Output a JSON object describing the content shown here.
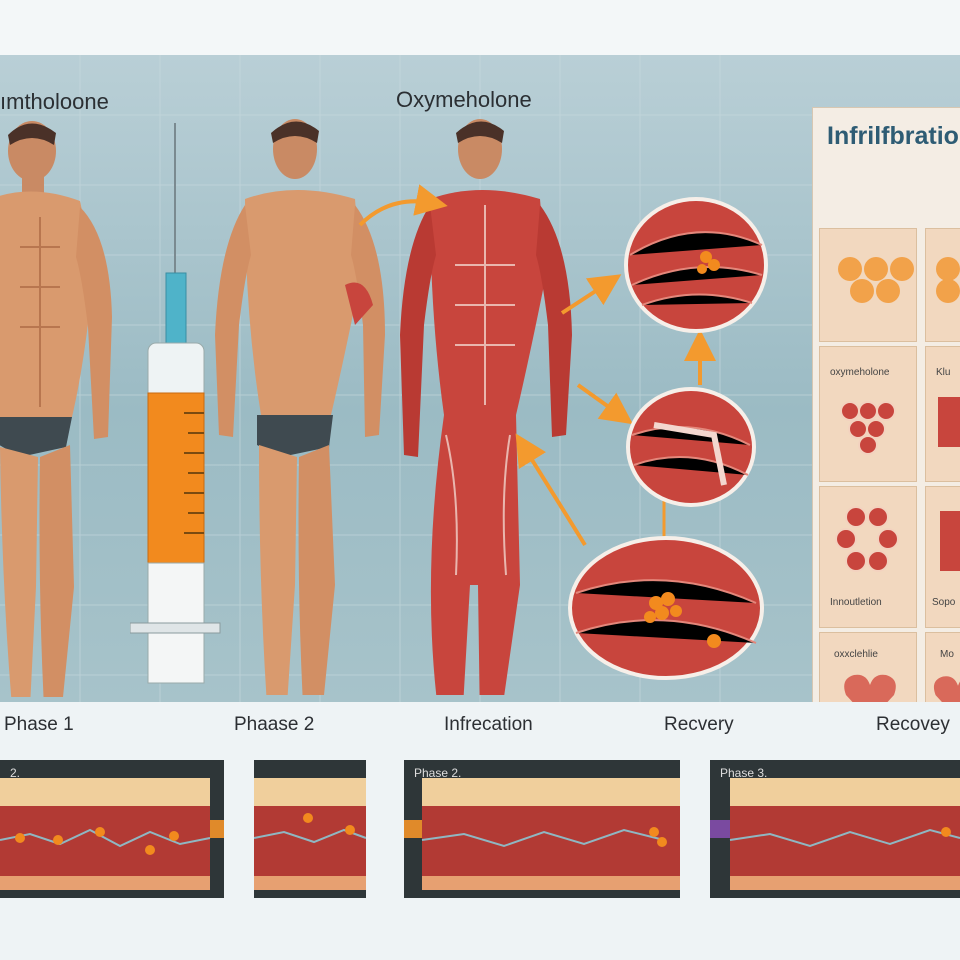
{
  "header": {
    "title_left": "ımtholoone",
    "title_center": "Oxymeholone"
  },
  "info_panel": {
    "title": "Infrilfbratio",
    "cards": [
      {
        "label": ""
      },
      {
        "label": ""
      },
      {
        "label": "oxymeholone"
      },
      {
        "label": "Klu"
      },
      {
        "label": "Innoutletion"
      },
      {
        "label": "Sopo"
      },
      {
        "label": "oxxclehlie"
      },
      {
        "label": "Mo"
      }
    ]
  },
  "phases": {
    "labels": [
      "Phase 1",
      "Phaase 2",
      "Infrecation",
      "Recvery",
      "Recovey"
    ],
    "strips": [
      {
        "label": "2."
      },
      {
        "label": ""
      },
      {
        "label": "Phase 2."
      },
      {
        "label": "Phase 3."
      }
    ]
  },
  "colors": {
    "accent_arrow": "#f39a2e",
    "muscle": "#c8453d",
    "skin": "#d99a6e",
    "syringe_fluid": "#f28a1e",
    "panel_blue": "#a7c3ca"
  }
}
